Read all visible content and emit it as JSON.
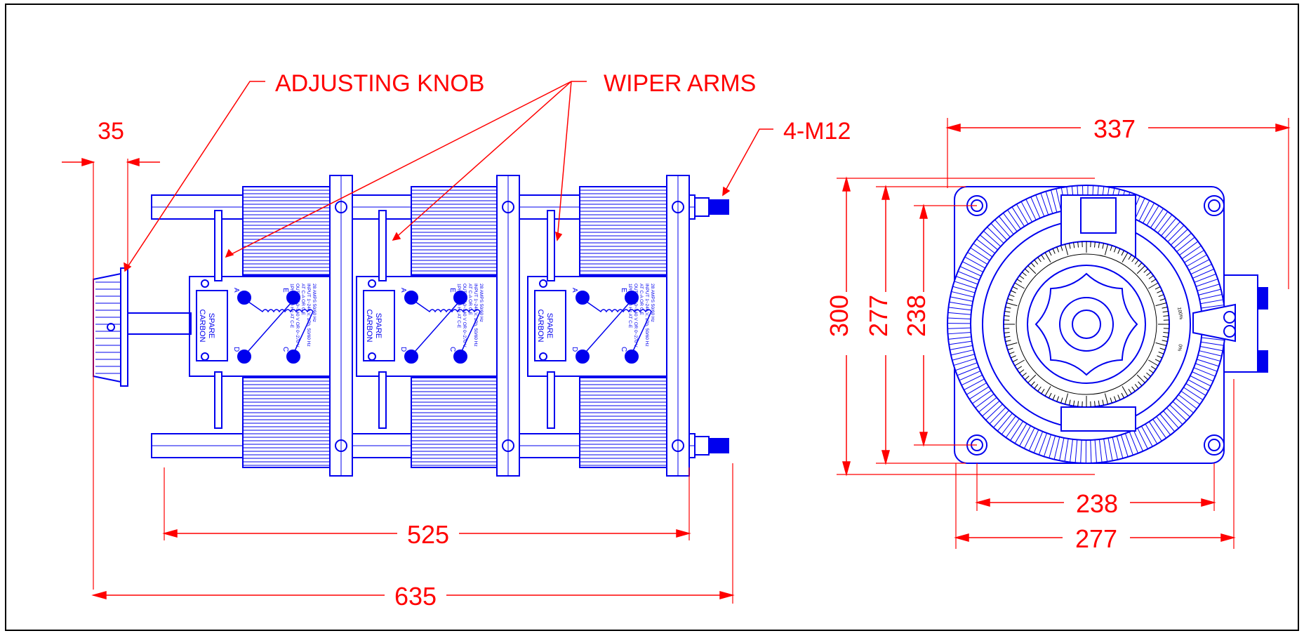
{
  "labels": {
    "adjusting_knob": "ADJUSTING KNOB",
    "wiper_arms": "WIPER ARMS",
    "bolt_spec": "4-M12"
  },
  "dimensions": {
    "knob_offset": "35",
    "coil_span": "525",
    "overall_length": "635",
    "width_right": "337",
    "height_outer": "300",
    "height_mid": "277",
    "height_inner": "238",
    "base_inner": "238",
    "base_outer": "277"
  },
  "side_view": {
    "spare_label": "SPARE\nCARBON",
    "terminals": [
      "A",
      "E",
      "D",
      "C"
    ],
    "rating_text": [
      "28 AMPS 50/60 Hz",
      "INPUT 1~240 V, 1Ph, 50/60 Hz",
      "AT C-A OR C-E",
      "OUTPUT 0~240 V OR 0~270 V",
      "1Ph, 50/60 Hz AT C-E"
    ]
  },
  "top_view": {
    "dial_min": "0%",
    "dial_max": "100%"
  },
  "colors": {
    "annotation": "#ff0000",
    "drawing": "#0000ee",
    "frame": "#000000"
  }
}
